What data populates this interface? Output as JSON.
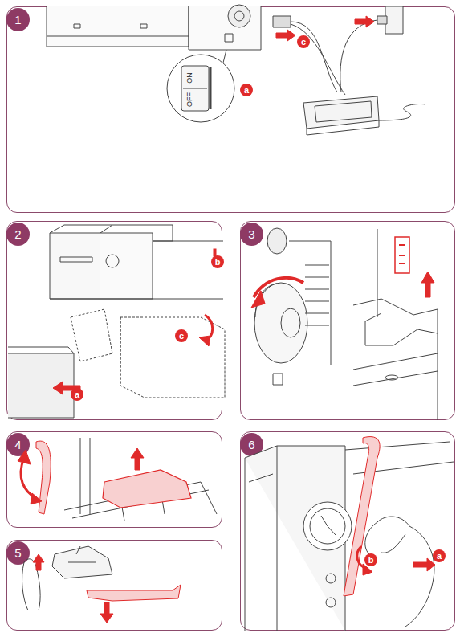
{
  "diagram": {
    "nodes": [
      {
        "text": [
          "1"
        ]
      },
      {
        "text": [
          "2"
        ]
      },
      {
        "text": [
          "3"
        ]
      },
      {
        "text": [
          "4"
        ]
      },
      {
        "text": [
          "5"
        ]
      },
      {
        "text": [
          "6"
        ]
      }
    ],
    "labels": [
      "ON",
      "OFF",
      "a",
      "c",
      "b",
      "c",
      "a",
      "b",
      "a"
    ]
  }
}
